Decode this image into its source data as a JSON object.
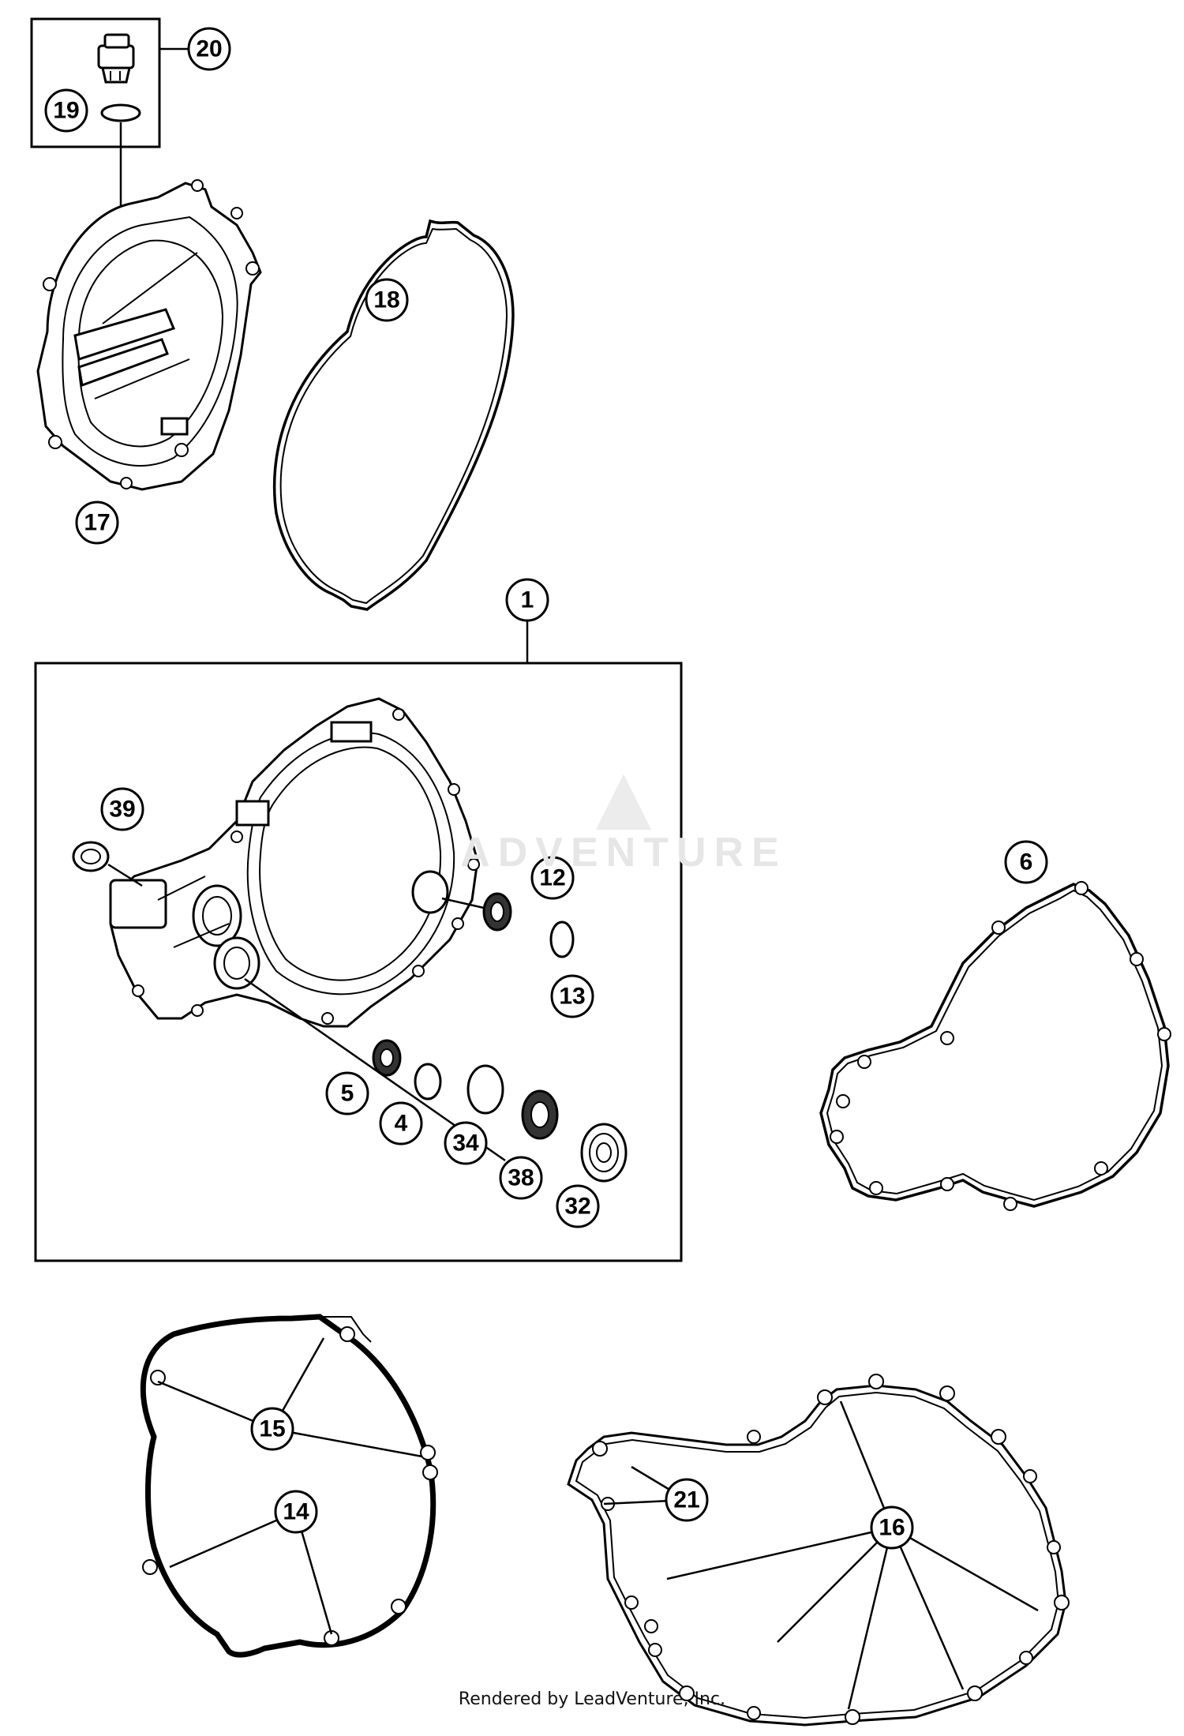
{
  "watermark": {
    "text": "ADVENTURE",
    "mark": "flame-logo"
  },
  "credit": "Rendered by LeadVenture, Inc.",
  "callouts": {
    "c20": "20",
    "c19": "19",
    "c18": "18",
    "c17": "17",
    "c1": "1",
    "c39": "39",
    "c12": "12",
    "c13": "13",
    "c5": "5",
    "c4": "4",
    "c34": "34",
    "c38": "38",
    "c32": "32",
    "c6": "6",
    "c15": "15",
    "c14": "14",
    "c21": "21",
    "c16": "16"
  }
}
